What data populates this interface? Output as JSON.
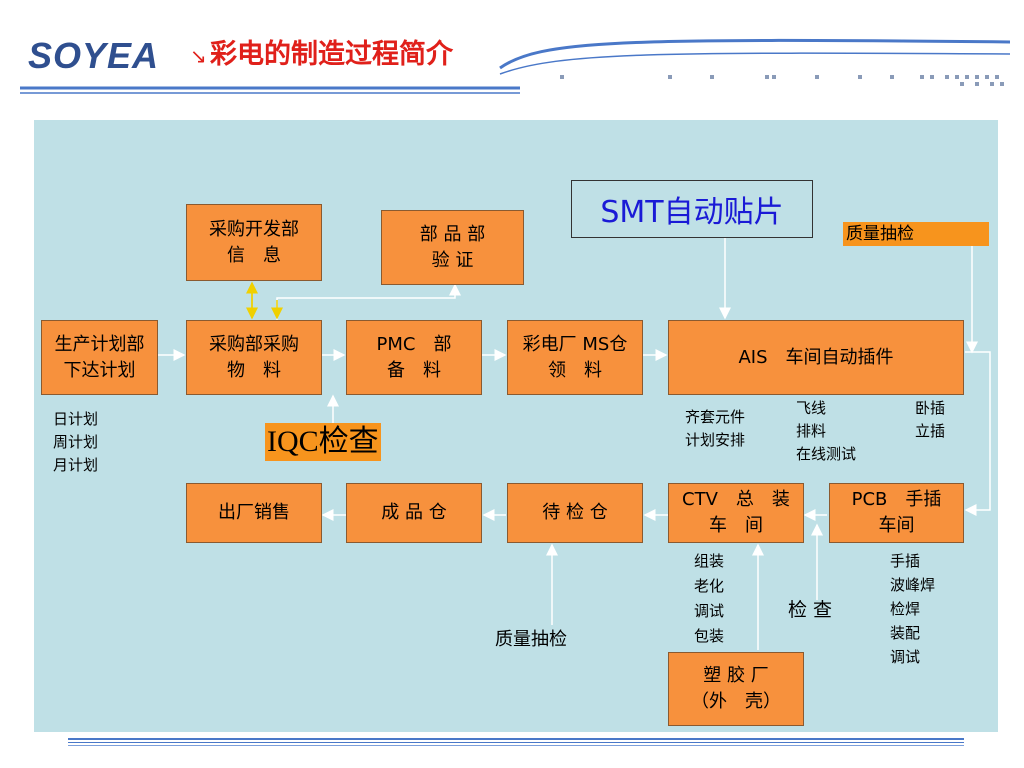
{
  "header": {
    "logo": "SOYEA",
    "arrow": "↘",
    "title": "彩电的制造过程简介"
  },
  "boxes": {
    "purchase_dev": "采购开发部\n信　息",
    "parts_verify": "部 品 部\n验 证",
    "production_plan": "生产计划部\n下达计划",
    "purchase_material": "采购部采购\n物　料",
    "pmc": "PMC　部\n备　料",
    "ms_store": "彩电厂 MS仓\n领　料",
    "ais": "AIS　车间自动插件",
    "smt": "SMT自动贴片",
    "quality_top": "质量抽检",
    "iqc": "IQC检查",
    "factory_sale": "出厂销售",
    "finished_store": "成 品 仓",
    "pending_store": "待 检 仓",
    "ctv": "CTV　总　装\n车　间",
    "pcb": "PCB　手插\n车间",
    "plastic": "塑 胶 厂\n（外　壳）"
  },
  "labels": {
    "plans": "日计划\n周计划\n月计划",
    "kit_plan": "齐套元件\n计划安排",
    "fly_line": "飞线\n排料\n在线测试",
    "insert_type": "卧插\n立插",
    "ctv_steps": "组装\n老化\n调试\n包装",
    "inspect": "检 查",
    "pcb_steps": "手插\n波峰焊\n检焊\n装配\n调试",
    "quality_bottom": "质量抽检"
  },
  "colors": {
    "box": "#f7913d",
    "panel": "#bfe0e6",
    "title": "#e0201a",
    "smt_text": "#1a1ad6",
    "logo": "#2f4f8f"
  }
}
